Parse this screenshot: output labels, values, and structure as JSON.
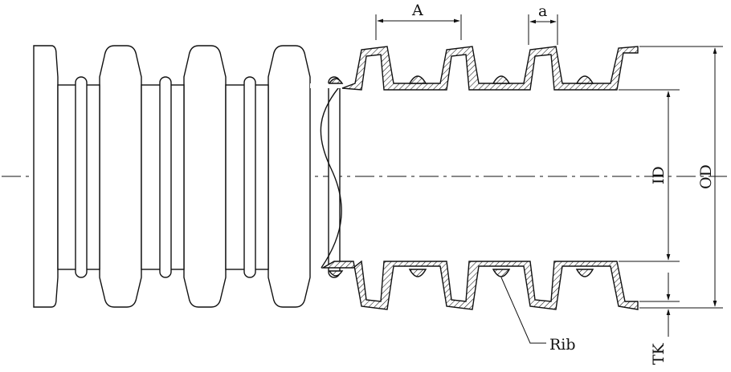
{
  "labels": {
    "pitch": "A",
    "crest_width": "a",
    "inner_diameter": "ID",
    "outer_diameter": "OD",
    "thickness": "TK",
    "rib": "Rib"
  },
  "colors": {
    "stroke": "#111111",
    "background": "#ffffff"
  }
}
